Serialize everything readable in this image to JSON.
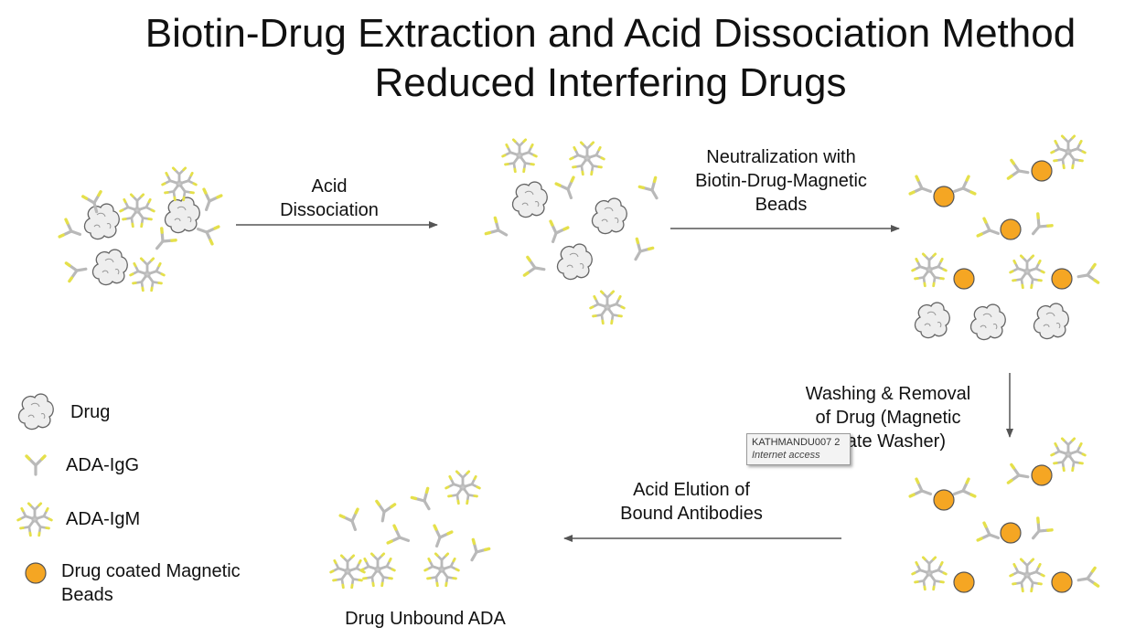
{
  "title": {
    "line1": "Biotin-Drug Extraction and Acid Dissociation Method",
    "line2": "Reduced Interfering Drugs"
  },
  "steps": {
    "acid_dissociation": {
      "line1": "Acid",
      "line2": "Dissociation"
    },
    "neutralization": {
      "line1": "Neutralization  with",
      "line2": "Biotin-Drug-Magnetic",
      "line3": "Beads"
    },
    "washing": {
      "line1": "Washing & Removal",
      "line2": "of Drug (Magnetic",
      "line3": "Plate Washer)"
    },
    "acid_elution": {
      "line1": "Acid Elution of",
      "line2": "Bound Antibodies"
    },
    "result": "Drug Unbound ADA"
  },
  "legend": {
    "drug": "Drug",
    "ada_igg": "ADA-IgG",
    "ada_igm": "ADA-IgM",
    "beads_line1": "Drug coated Magnetic",
    "beads_line2": "Beads"
  },
  "tooltip": {
    "line1": "KATHMANDU007  2",
    "line2": "Internet access"
  },
  "colors": {
    "drug_fill": "#eeeeee",
    "drug_stroke": "#666666",
    "antibody_body": "#b9b9b9",
    "antibody_tip": "#e5e04a",
    "bead_fill": "#f5a623",
    "bead_stroke": "#555555",
    "arrow": "#555555"
  }
}
